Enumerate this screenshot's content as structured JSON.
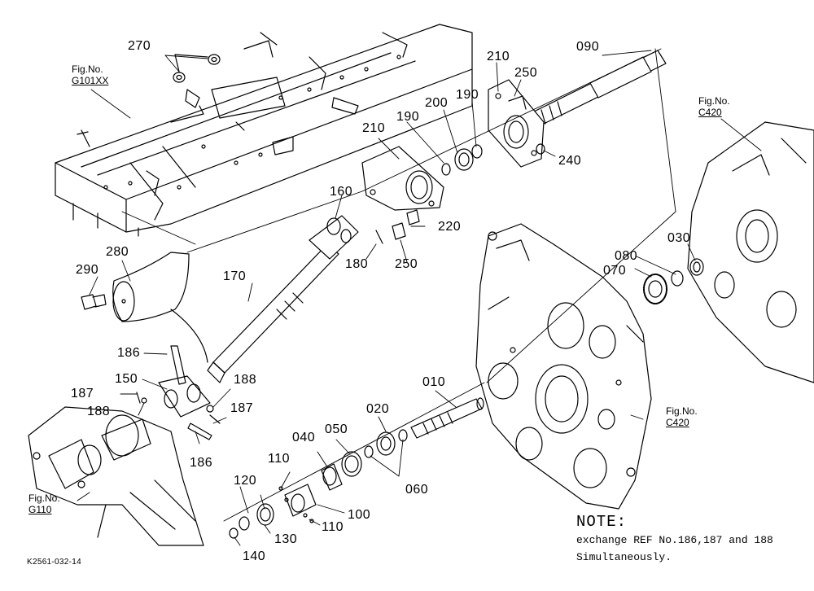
{
  "parts": {
    "p270": "270",
    "p090": "090",
    "p210a": "210",
    "p250a": "250",
    "p200": "200",
    "p190a": "190",
    "p190b": "190",
    "p210b": "210",
    "p240": "240",
    "p160": "160",
    "p220": "220",
    "p180": "180",
    "p250b": "250",
    "p280": "280",
    "p290": "290",
    "p170": "170",
    "p070": "070",
    "p080": "080",
    "p030": "030",
    "p186a": "186",
    "p150": "150",
    "p188a": "188",
    "p187a": "187",
    "p188b": "188",
    "p187b": "187",
    "p186b": "186",
    "p010": "010",
    "p020": "020",
    "p040": "040",
    "p050": "050",
    "p110a": "110",
    "p060": "060",
    "p120": "120",
    "p100": "100",
    "p110b": "110",
    "p130": "130",
    "p140": "140"
  },
  "figrefs": {
    "g101": {
      "prefix": "Fig.No.",
      "code": "G101XX"
    },
    "c420a": {
      "prefix": "Fig.No.",
      "code": "C420"
    },
    "c420b": {
      "prefix": "Fig.No.",
      "code": "C420"
    },
    "g110": {
      "prefix": "Fig.No.",
      "code": "G110"
    }
  },
  "note": {
    "title": "NOTE:",
    "line1": "exchange REF No.186,187 and 188",
    "line2": "Simultaneously."
  },
  "drawing_code": "K2561-032-14"
}
